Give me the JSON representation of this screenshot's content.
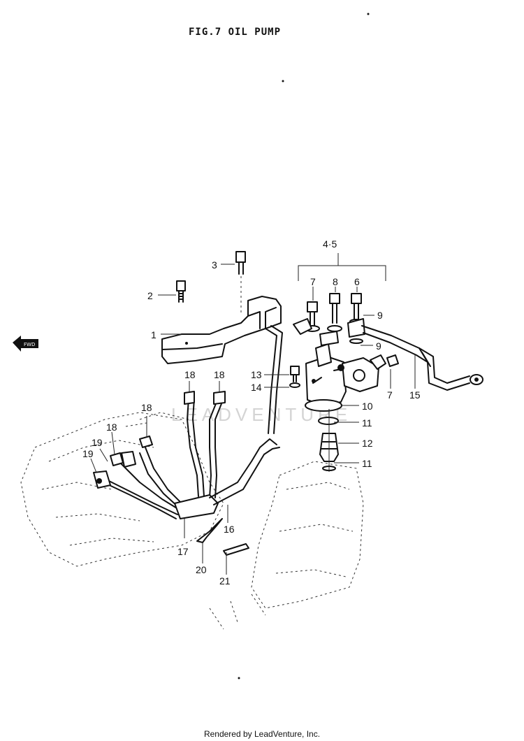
{
  "title": "FIG.7  OIL PUMP",
  "footer": "Rendered by LeadVenture, Inc.",
  "watermark": "LEADVENTURE",
  "fwd_arrow_label": "FWD",
  "callouts": {
    "c1": "1",
    "c2": "2",
    "c3": "3",
    "c45": "4·5",
    "c6": "6",
    "c7a": "7",
    "c7b": "7",
    "c8": "8",
    "c9a": "9",
    "c9b": "9",
    "c10": "10",
    "c11a": "11",
    "c11b": "11",
    "c12": "12",
    "c13": "13",
    "c14": "14",
    "c15": "15",
    "c16": "16",
    "c17": "17",
    "c18a": "18",
    "c18b": "18",
    "c18c": "18",
    "c18d": "18",
    "c19a": "19",
    "c19b": "19",
    "c20": "20",
    "c21": "21"
  }
}
